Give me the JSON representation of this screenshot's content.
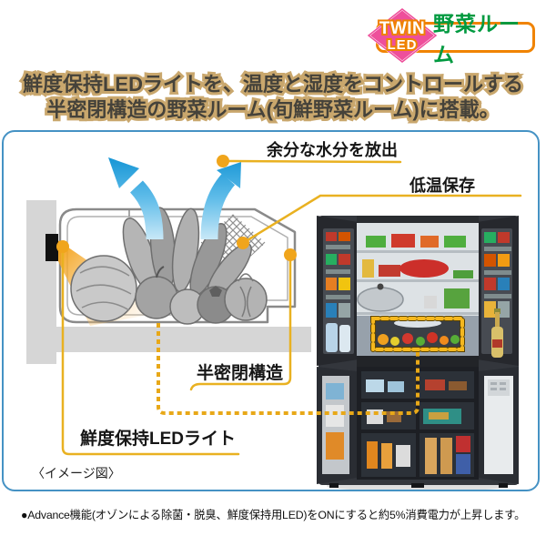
{
  "badge": {
    "twin_label": "TWIN",
    "led_label": "LED",
    "room_label": "野菜ルーム",
    "colors": {
      "diamond_pink": "#ee4f9b",
      "outline_orange": "#f08300",
      "room_green": "#009a40"
    }
  },
  "headline": {
    "line1": "鮮度保持LEDライトを、温度と湿度をコントロールする",
    "line2": "半密閉構造の野菜ルーム(旬鮮野菜ルーム)に搭載。",
    "colors": {
      "text": "#45423a",
      "outline": "#c9a76d"
    }
  },
  "diagram": {
    "callouts": {
      "moisture": "余分な水分を放出",
      "low_temp": "低温保存",
      "semi_closed": "半密閉構造",
      "led_light": "鮮度保持LEDライト"
    },
    "image_note": "〈イメージ図〉",
    "colors": {
      "callout_gold": "#e9b121",
      "dot_gold": "#f0a51c",
      "panel_border_blue": "#4592c4",
      "arrow_blue": "#1193d4",
      "led_cone_orange": "#f49f12"
    }
  },
  "footnote": "●Advance機能(オゾンによる除菌・脱臭、鮮度保持用LED)をONにすると約5%消費電力が上昇します。"
}
